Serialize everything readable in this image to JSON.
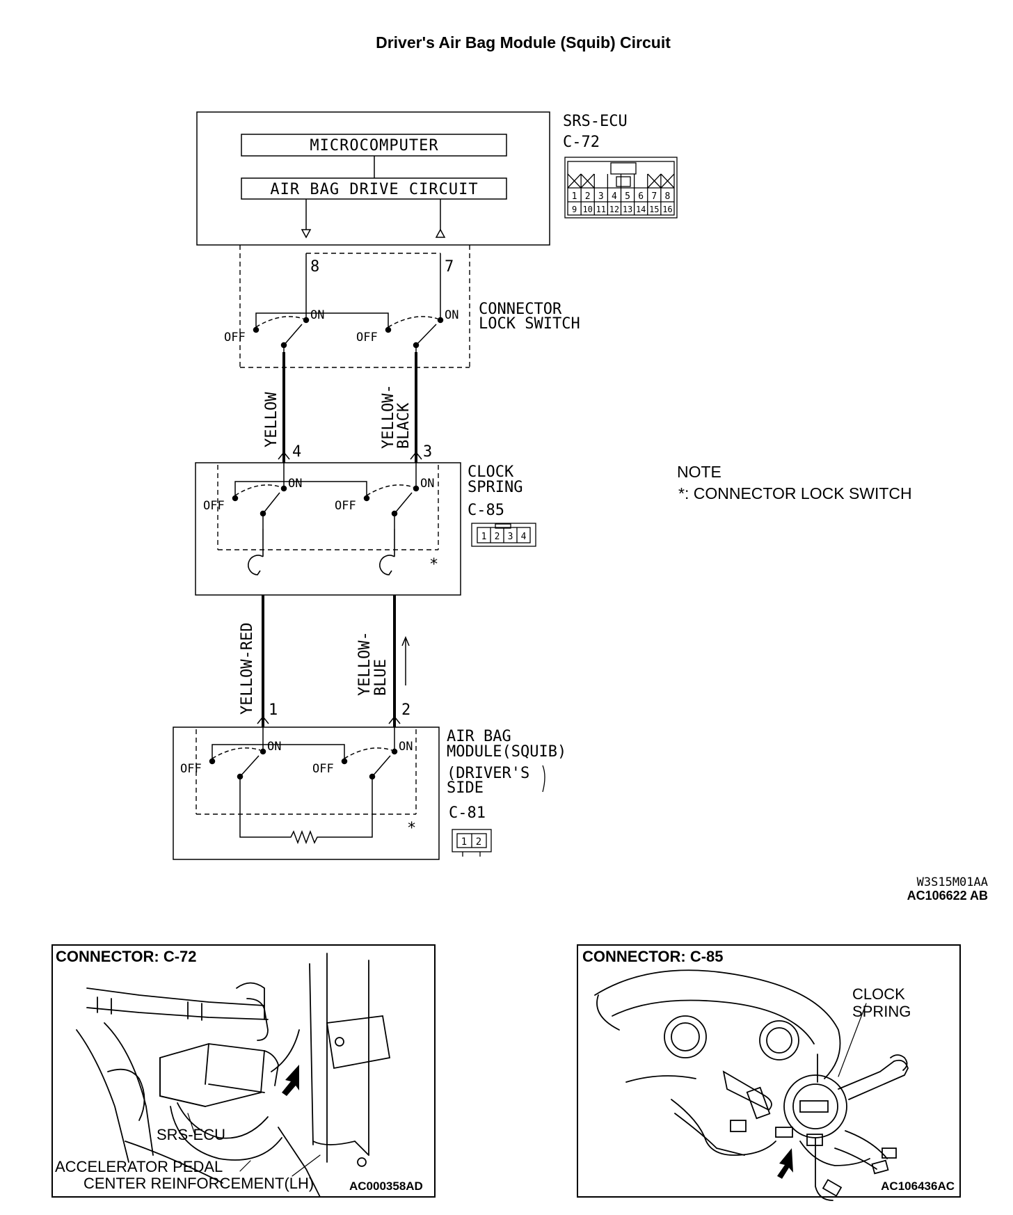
{
  "title": "Driver's Air Bag Module (Squib) Circuit",
  "ecu": {
    "name": "SRS-ECU",
    "connector": "C-72",
    "microcomputer": "MICROCOMPUTER",
    "drive_circuit": "AIR BAG DRIVE CIRCUIT",
    "pins_top": [
      "1",
      "2",
      "3",
      "4",
      "5",
      "6",
      "7",
      "8"
    ],
    "pins_bottom": [
      "9",
      "10",
      "11",
      "12",
      "13",
      "14",
      "15",
      "16"
    ]
  },
  "lock_switch": {
    "name_line1": "CONNECTOR",
    "name_line2": "LOCK SWITCH",
    "terminal_left": "8",
    "terminal_right": "7"
  },
  "switch_labels": {
    "on": "ON",
    "off": "OFF"
  },
  "wires_upper": {
    "left_color": "YELLOW",
    "right_color_line1": "YELLOW-",
    "right_color_line2": "BLACK",
    "left_terminal": "4",
    "right_terminal": "3"
  },
  "clock_spring": {
    "name_line1": "CLOCK",
    "name_line2": "SPRING",
    "connector": "C-85",
    "pins": [
      "1",
      "2",
      "3",
      "4"
    ],
    "lock_marker": "*"
  },
  "wires_lower": {
    "left_color": "YELLOW-RED",
    "right_color_line1": "YELLOW-",
    "right_color_line2": "BLUE",
    "left_terminal": "1",
    "right_terminal": "2"
  },
  "airbag_module": {
    "name_line1": "AIR BAG",
    "name_line2": "MODULE(SQUIB)",
    "name_line3": "(DRIVER'S",
    "name_line4": "SIDE",
    "connector": "C-81",
    "pins": [
      "1",
      "2"
    ],
    "lock_marker": "*"
  },
  "note": {
    "heading": "NOTE",
    "text": "*: CONNECTOR LOCK SWITCH"
  },
  "diagram_codes": {
    "code1": "W3S15M01AA",
    "code2": "AC106622 AB"
  },
  "panel_c72": {
    "heading": "CONNECTOR: C-72",
    "label_ecu": "SRS-ECU",
    "label_pedal": "ACCELERATOR PEDAL",
    "label_reinforcement": "CENTER REINFORCEMENT(LH)",
    "code": "AC000358AD"
  },
  "panel_c85": {
    "heading": "CONNECTOR: C-85",
    "label_line1": "CLOCK",
    "label_line2": "SPRING",
    "code": "AC106436AC"
  }
}
